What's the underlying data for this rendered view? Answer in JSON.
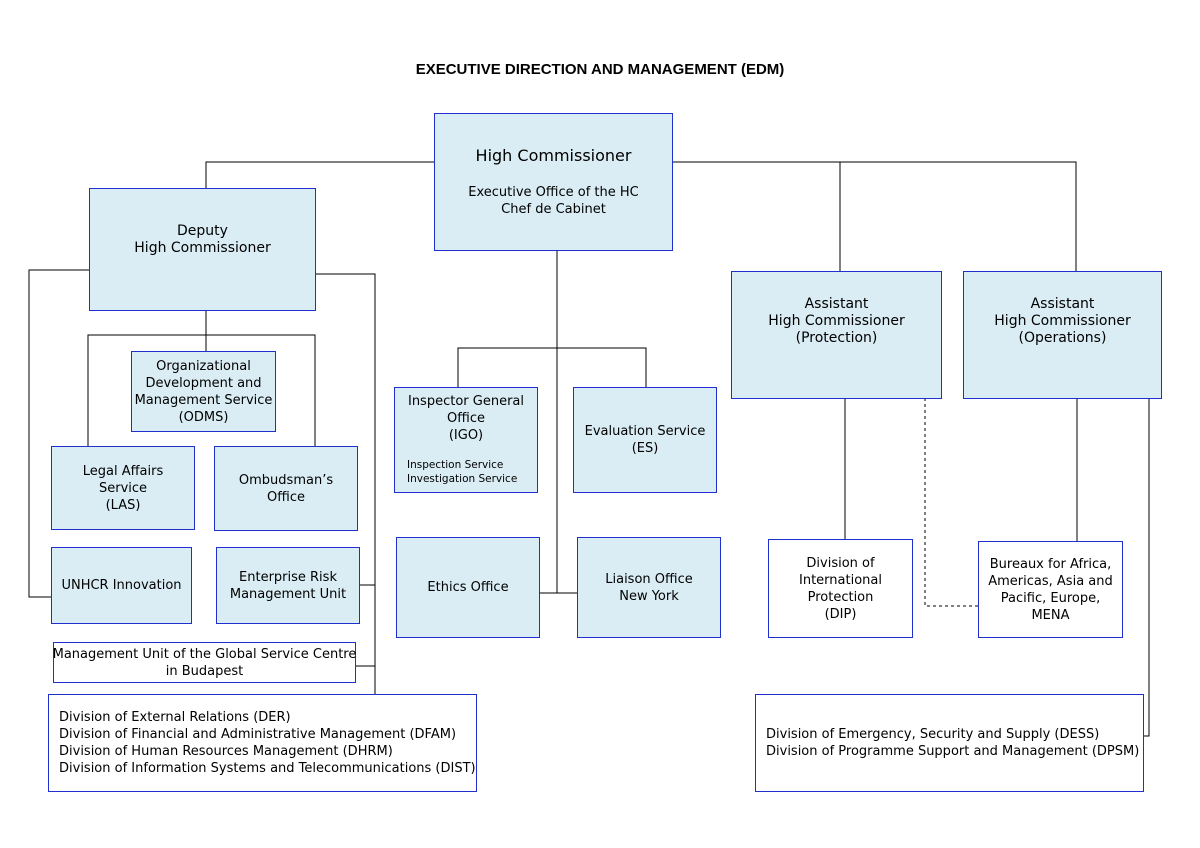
{
  "title": "EXECUTIVE DIRECTION AND MANAGEMENT  (EDM)",
  "colors": {
    "box_fill": "#daedf4",
    "border": "#1f2fd0",
    "connector": "#000000"
  },
  "nodes": {
    "hc": {
      "title": "High Commissioner",
      "lines": [
        "Executive Office of the HC",
        "Chef de Cabinet"
      ]
    },
    "dhc": {
      "lines": [
        "Deputy",
        "High Commissioner"
      ]
    },
    "odms": {
      "lines": [
        "Organizational",
        "Development and",
        "Management Service",
        "(ODMS)"
      ]
    },
    "las": {
      "lines": [
        "Legal Affairs",
        "Service",
        "(LAS)"
      ]
    },
    "ombudsman": {
      "lines": [
        "Ombudsman’s",
        "Office"
      ]
    },
    "innovation": {
      "lines": [
        "UNHCR Innovation"
      ]
    },
    "erm": {
      "lines": [
        "Enterprise Risk",
        "Management Unit"
      ]
    },
    "gsc": {
      "lines": [
        "Management Unit of the Global Service Centre",
        "in Budapest"
      ]
    },
    "divisions_left": {
      "lines": [
        "Division of External Relations (DER)",
        "Division of Financial and Administrative Management (DFAM)",
        "Division of Human Resources Management (DHRM)",
        "Division  of Information Systems and Telecommunications (DIST)"
      ]
    },
    "igo": {
      "lines": [
        "Inspector General",
        "Office",
        "(IGO)"
      ],
      "sub": [
        "Inspection Service",
        "Investigation Service"
      ]
    },
    "es": {
      "lines": [
        "Evaluation Service",
        "(ES)"
      ]
    },
    "ethics": {
      "lines": [
        "Ethics Office"
      ]
    },
    "liaison": {
      "lines": [
        "Liaison Office",
        "New York"
      ]
    },
    "ahc_protection": {
      "lines": [
        "Assistant",
        "High Commissioner",
        "(Protection)"
      ]
    },
    "ahc_operations": {
      "lines": [
        "Assistant",
        "High Commissioner",
        "(Operations)"
      ]
    },
    "dip": {
      "lines": [
        "Division of",
        "International",
        "Protection",
        "(DIP)"
      ]
    },
    "bureaux": {
      "lines": [
        "Bureaux for Africa,",
        "Americas, Asia and",
        "Pacific, Europe,",
        "MENA"
      ]
    },
    "divisions_right": {
      "lines": [
        "Division of Emergency, Security and Supply (DESS)",
        "Division of Programme Support and Management (DPSM)"
      ]
    }
  }
}
